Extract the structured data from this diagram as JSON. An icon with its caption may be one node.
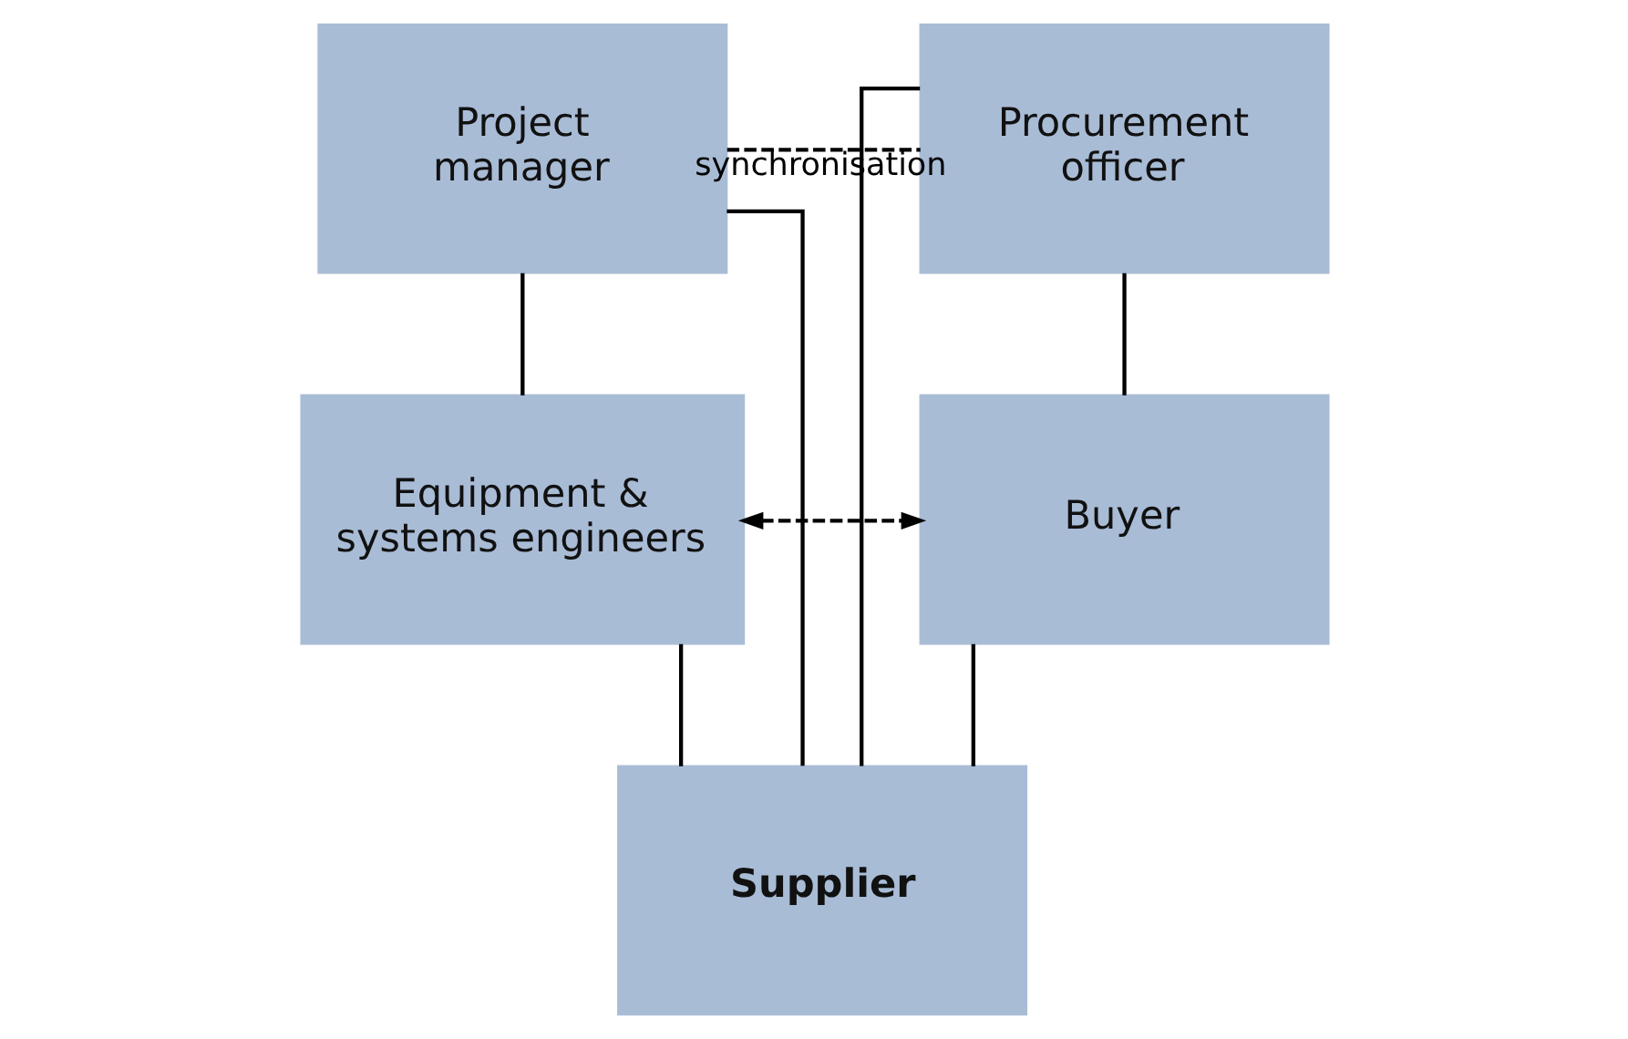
{
  "diagram": {
    "nodes": [
      {
        "text": [
          "Project manager"
        ]
      },
      {
        "text": [
          "Procurement officer"
        ]
      },
      {
        "text": [
          "Equipment & systems engineers"
        ]
      },
      {
        "text": [
          "Buyer"
        ]
      },
      {
        "text": [
          "Supplier"
        ]
      }
    ],
    "edges": [
      {
        "from": 0,
        "to": 1,
        "arrow": "none",
        "label": "synchronisation",
        "style": "dashed"
      },
      {
        "from": 0,
        "to": 2,
        "arrow": "none"
      },
      {
        "from": 1,
        "to": 3,
        "arrow": "none"
      },
      {
        "from": 2,
        "to": 3,
        "arrow": "both",
        "style": "dashed"
      },
      {
        "from": 0,
        "to": 4,
        "arrow": "none"
      },
      {
        "from": 2,
        "to": 4,
        "arrow": "none"
      },
      {
        "from": 3,
        "to": 4,
        "arrow": "none"
      },
      {
        "from": 1,
        "to": 4,
        "arrow": "none"
      }
    ]
  }
}
